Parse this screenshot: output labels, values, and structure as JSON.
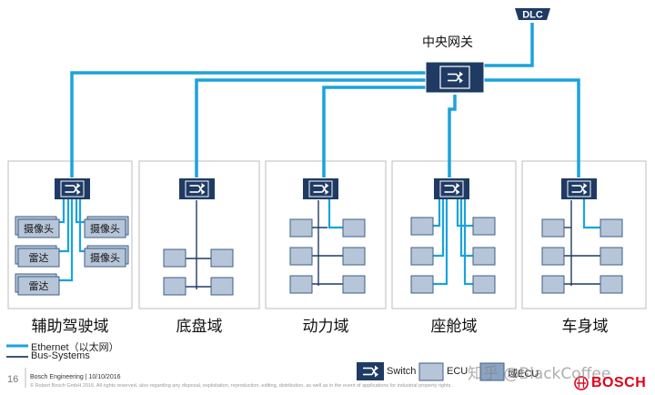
{
  "gateway": {
    "label": "中央网关"
  },
  "dlc": {
    "label": "DLC"
  },
  "domains": [
    {
      "name": "辅助驾驶域",
      "ecu_labels": [
        "摄像头",
        "雷达",
        "雷达",
        "摄像头",
        "摄像头"
      ]
    },
    {
      "name": "底盘域"
    },
    {
      "name": "动力域"
    },
    {
      "name": "座舱域"
    },
    {
      "name": "车身域"
    }
  ],
  "legend": {
    "ethernet": "Ethernet（以太网）",
    "bus": "Bus-Systems",
    "switch": "Switch",
    "ecu": "ECU",
    "domain_ecu": "域ECU"
  },
  "footer": {
    "page_number": "16",
    "org_date": "Bosch Engineering | 10/10/2016",
    "copyright": "© Robert Bosch GmbH 2016. All rights reserved, also regarding any disposal, exploitation, reproduction, editing, distribution, as well as in the event of applications for industrial property rights."
  },
  "brand": {
    "name": "BOSCH"
  },
  "watermark": {
    "text": "知乎 @BlackCoffee"
  },
  "colors": {
    "ethernet": "#1aa3dc",
    "bus": "#1f3b63",
    "switch_fill": "#1f3b63",
    "ecu_fill": "#b6c5d8",
    "ecu_stroke": "#3f5f86",
    "bosch_red": "#e2001a"
  }
}
